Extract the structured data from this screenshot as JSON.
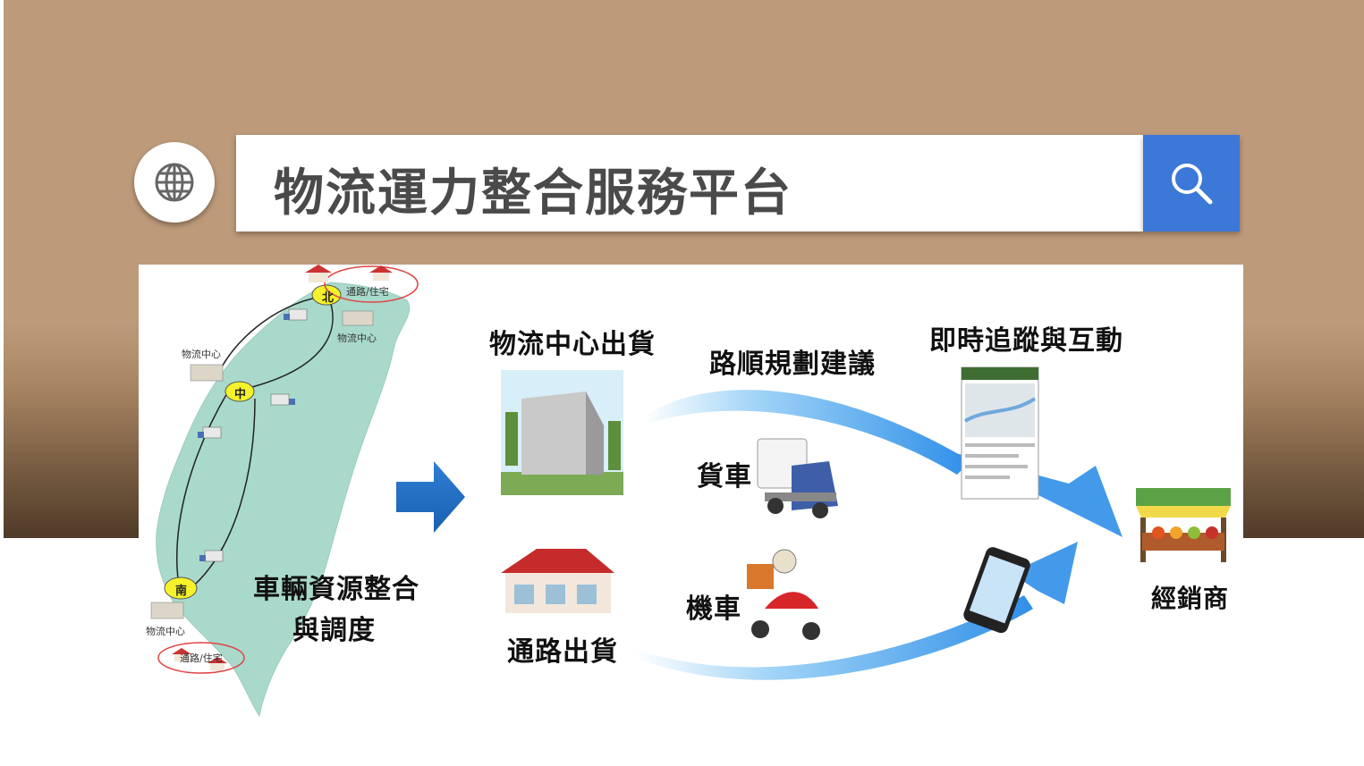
{
  "header": {
    "search_text": "物流運力整合服務平台",
    "globe_icon": "globe-icon",
    "search_icon": "search-icon",
    "accent_color": "#3b78d8",
    "background_color": "#bd9a7a"
  },
  "map": {
    "nodes": {
      "north": "北",
      "central": "中",
      "south": "南"
    },
    "labels": {
      "retail_north": "通路/住宅",
      "logistics_center_north": "物流中心",
      "logistics_center_west": "物流中心",
      "logistics_center_south": "物流中心",
      "retail_south": "通路/住宅"
    },
    "caption_line1": "車輛資源整合",
    "caption_line2": "與調度"
  },
  "flow": {
    "logistics_shipping": "物流中心出貨",
    "route_planning": "路順規劃建議",
    "realtime_tracking": "即時追蹤與互動",
    "truck": "貨車",
    "motorcycle": "機車",
    "retail_shipping": "通路出貨",
    "dealer": "經銷商"
  }
}
